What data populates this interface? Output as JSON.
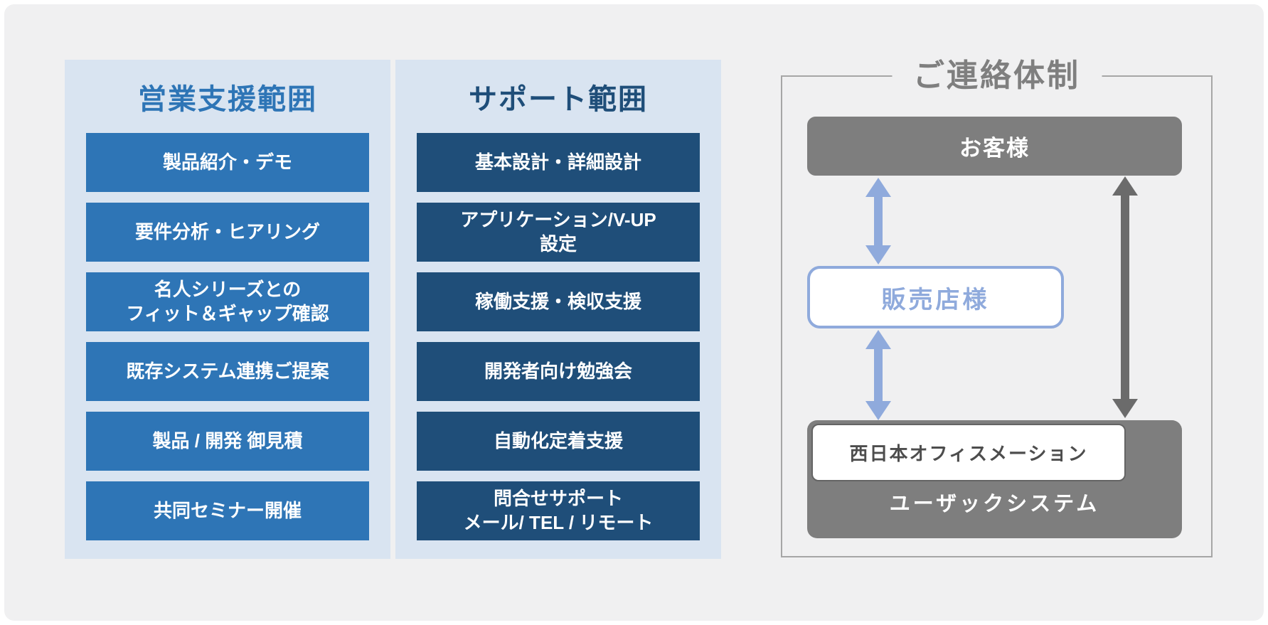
{
  "sales_panel": {
    "title": "営業支援範囲",
    "items": [
      "製品紹介・デモ",
      "要件分析・ヒアリング",
      "名人シリーズとの\nフィット＆ギャップ確認",
      "既存システム連携ご提案",
      "製品 / 開発 御見積",
      "共同セミナー開催"
    ]
  },
  "support_panel": {
    "title": "サポート範囲",
    "items": [
      "基本設計・詳細設計",
      "アプリケーション/V-UP\n設定",
      "稼働支援・検収支援",
      "開発者向け勉強会",
      "自動化定着支援",
      "問合せサポート\nメール/ TEL / リモート"
    ]
  },
  "contact_section": {
    "title": "ご連絡体制",
    "customer_label": "お客様",
    "reseller_label": "販売店様",
    "office_label": "西日本オフィスメーション",
    "company_label": "ユーザックシステム"
  },
  "colors": {
    "sales_box_blue": "#2e75b6",
    "support_box_navy": "#1f4e79",
    "panel_light_blue": "#d9e4f1",
    "page_gray": "#f0f0f1",
    "node_gray": "#7e7e7e",
    "arrow_blue": "#8faadc",
    "arrow_gray": "#6b6b6b",
    "frame_border_gray": "#a6a6a6",
    "title_gray": "#7f7f7f"
  }
}
